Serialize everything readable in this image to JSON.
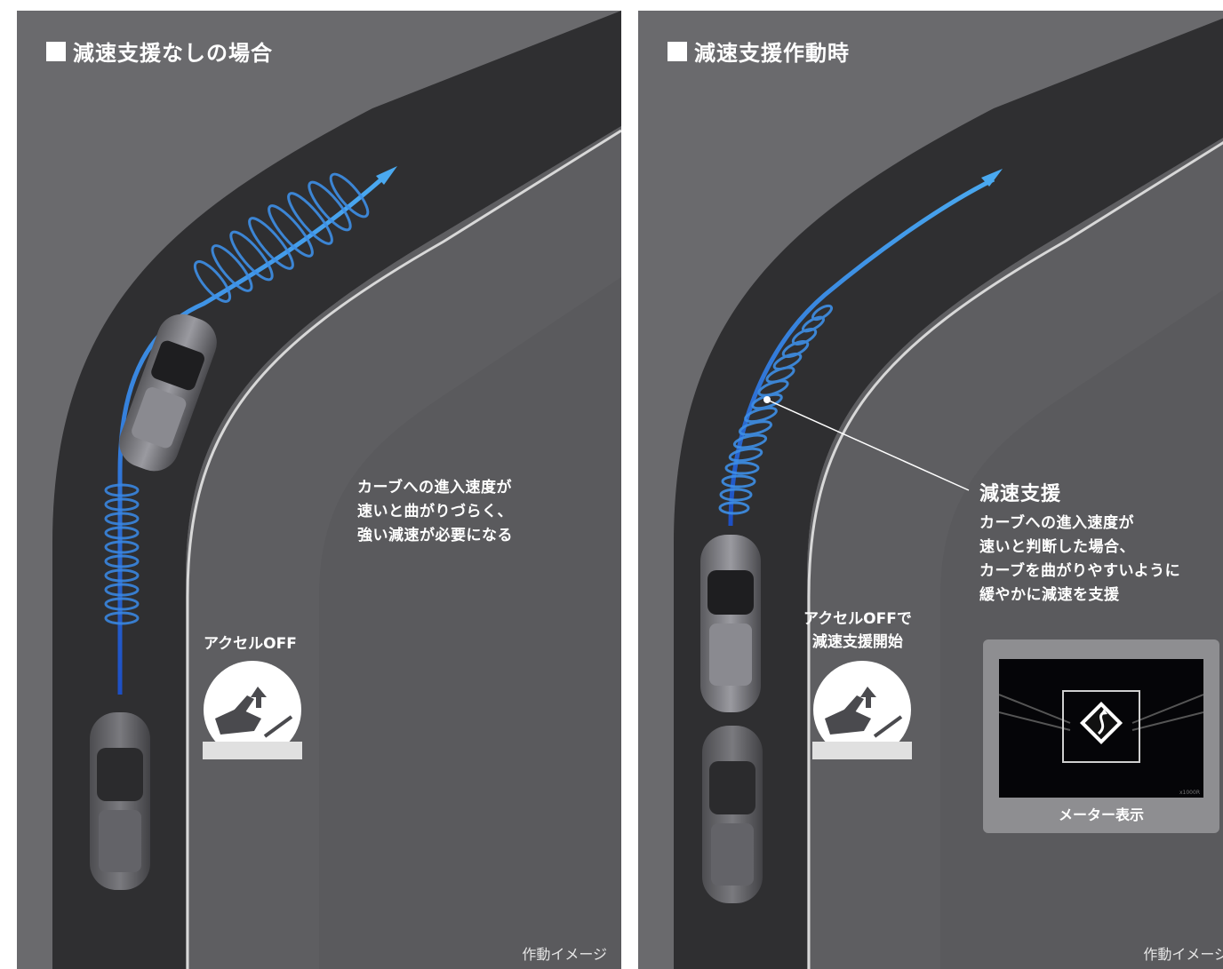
{
  "left": {
    "title": "減速支援なしの場合",
    "caption": [
      "カーブへの進入速度が",
      "速いと曲がりづらく、",
      "強い減速が必要になる"
    ],
    "pedal_label": "アクセルOFF",
    "footer": "作動イメージ"
  },
  "right": {
    "title": "減速支援作動時",
    "heading": "減速支援",
    "caption": [
      "カーブへの進入速度が",
      "速いと判断した場合、",
      "カーブを曲がりやすいように",
      "緩やかに減速を支援"
    ],
    "pedal_label": [
      "アクセルOFFで",
      "減速支援開始"
    ],
    "meter_label": "メーター表示",
    "meter_odo": "x1000R",
    "footer": "作動イメージ"
  },
  "colors": {
    "background": "#6a6a6d",
    "road": "#2f2f31",
    "path": "#3a82e6",
    "text": "#ffffff"
  },
  "icons": [
    "accelerator-pedal-icon",
    "winding-road-sign-icon",
    "car-icon",
    "arrow-icon"
  ]
}
